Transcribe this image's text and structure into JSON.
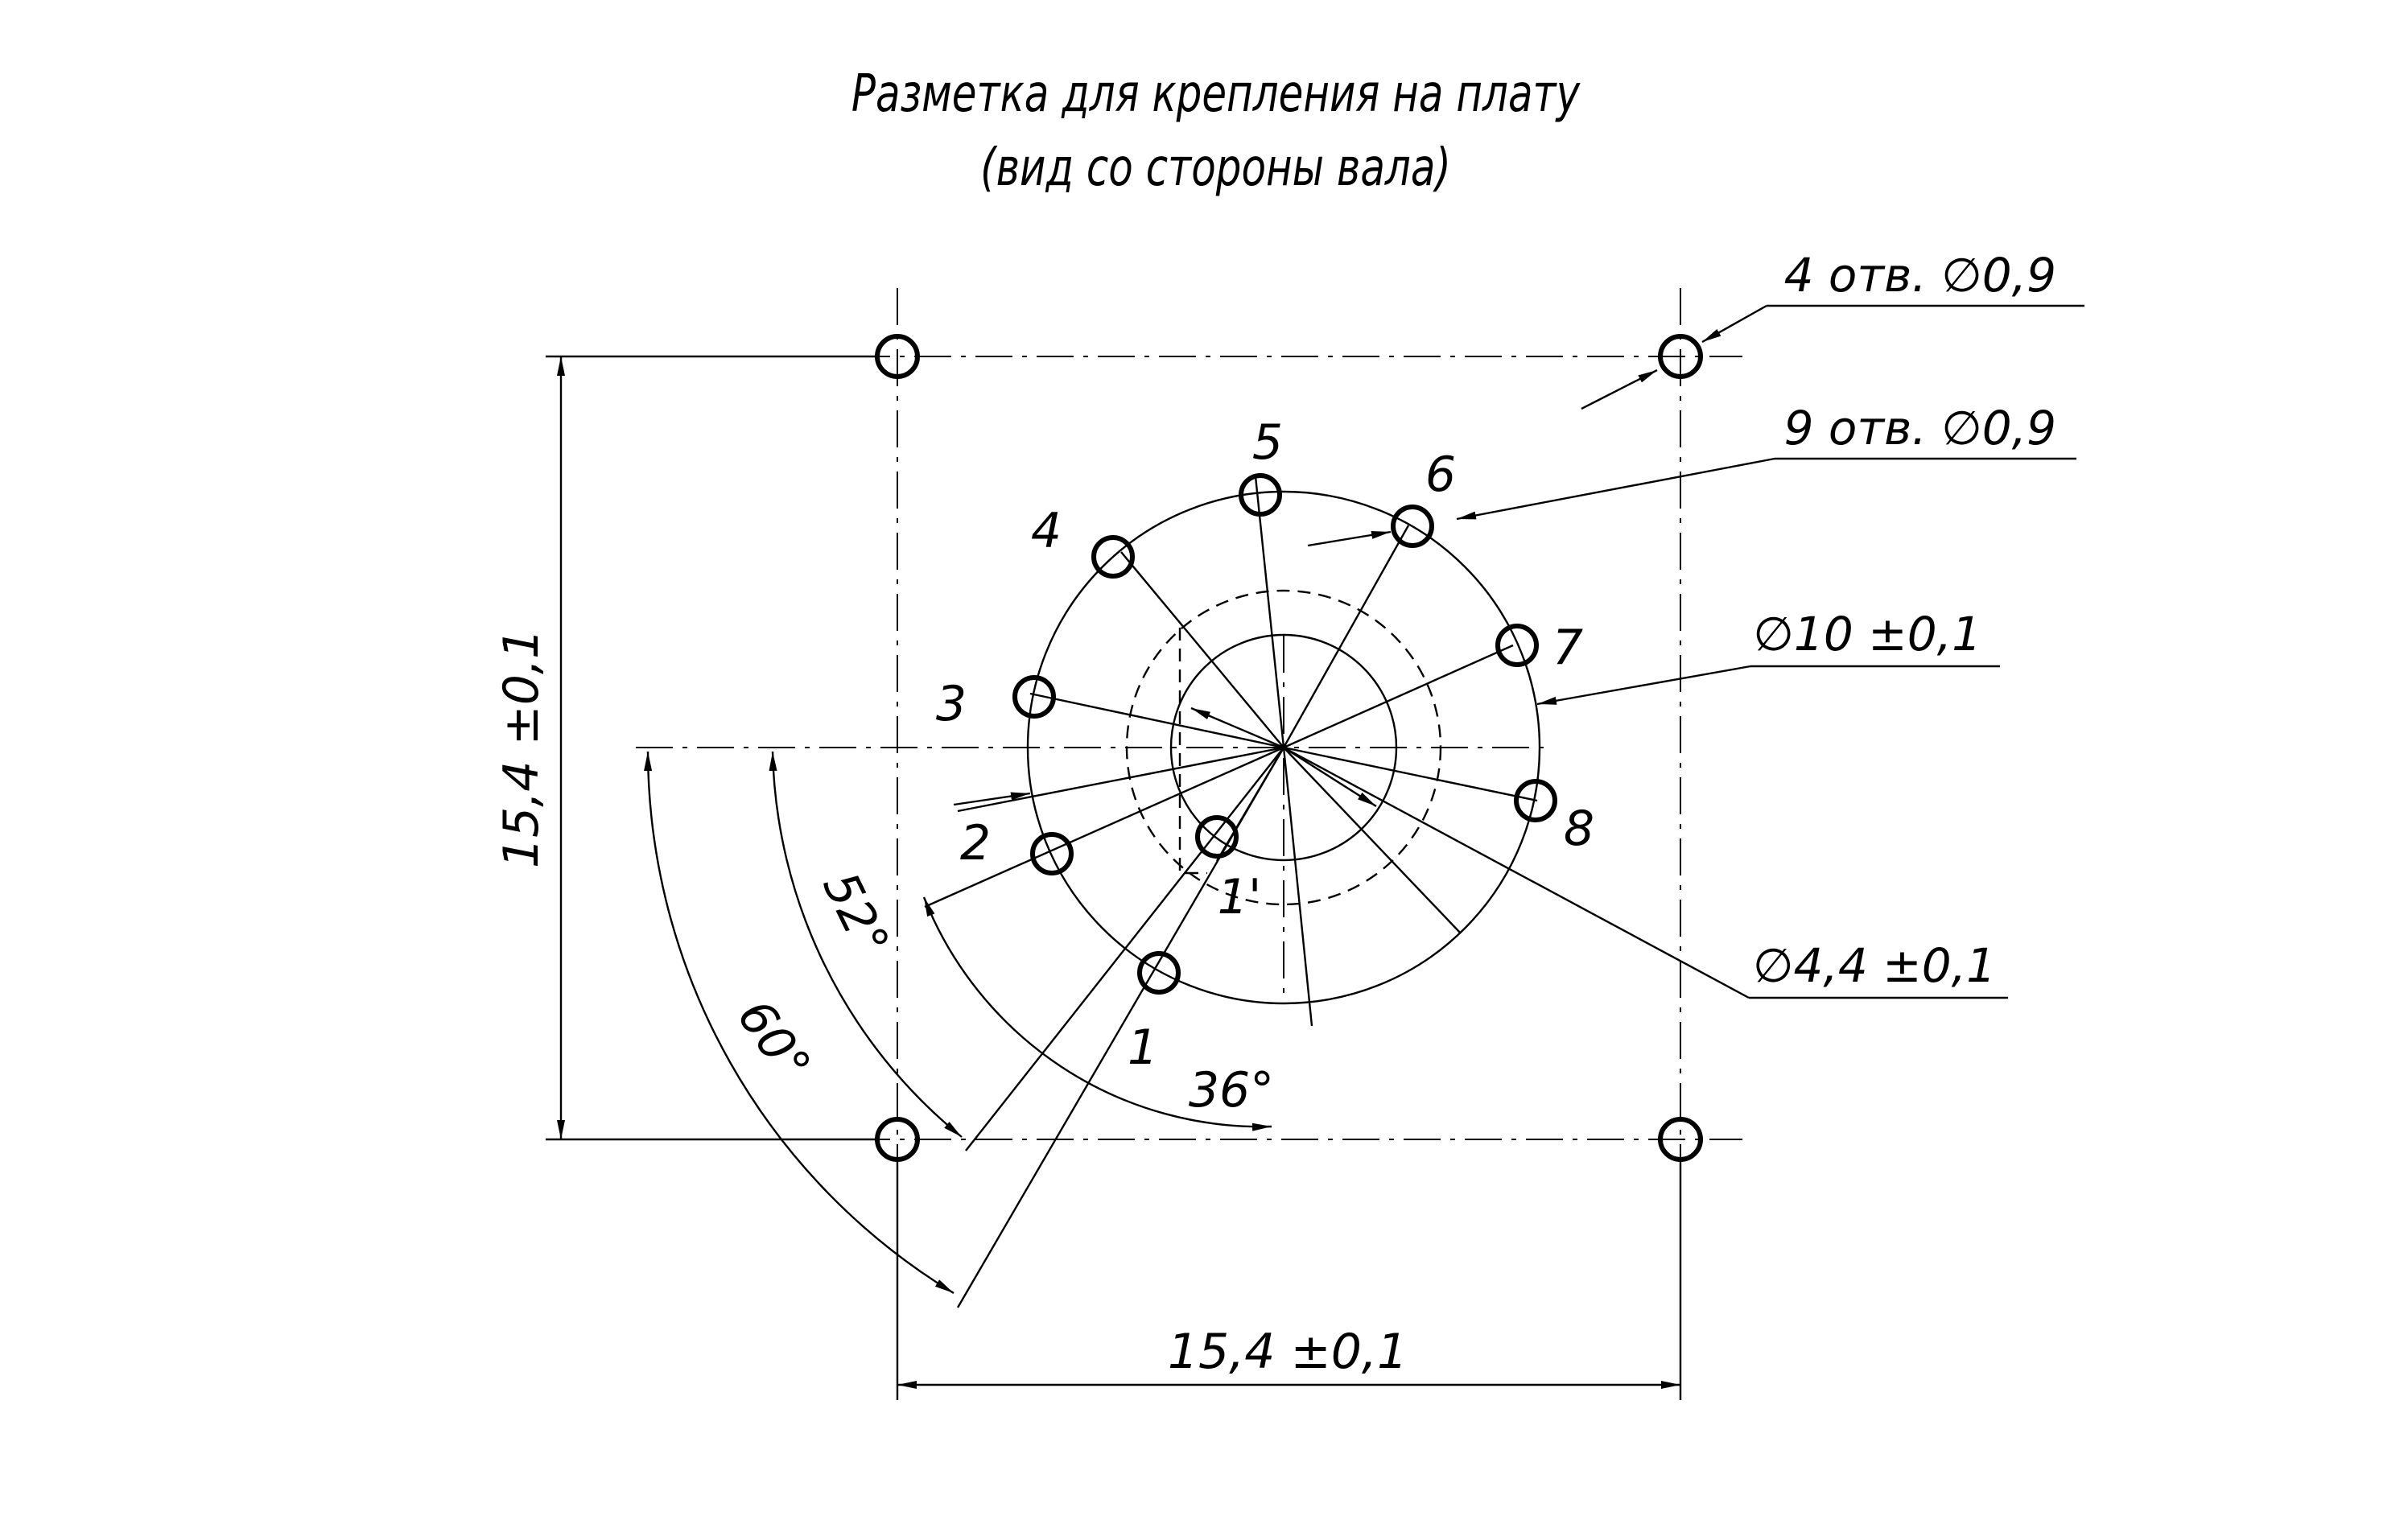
{
  "title": {
    "line1": "Разметка для крепления на плату",
    "line2": "(вид со стороны вала)"
  },
  "callouts": {
    "mount_holes": "4 отв. ∅0,9",
    "pin_holes": "9 отв. ∅0,9",
    "outer_diameter": "∅10 ±0,1",
    "inner_diameter": "∅4,4 ±0,1"
  },
  "dimensions": {
    "width": "15,4 ±0,1",
    "height": "15,4 ±0,1"
  },
  "angles": {
    "a36": "36°",
    "a52": "52°",
    "a60": "60°"
  },
  "pins": {
    "p1": "1",
    "p1prime": "1'",
    "p2": "2",
    "p3": "3",
    "p4": "4",
    "p5": "5",
    "p6": "6",
    "p7": "7",
    "p8": "8"
  },
  "colors": {
    "line": "#000000",
    "background": "#ffffff"
  }
}
